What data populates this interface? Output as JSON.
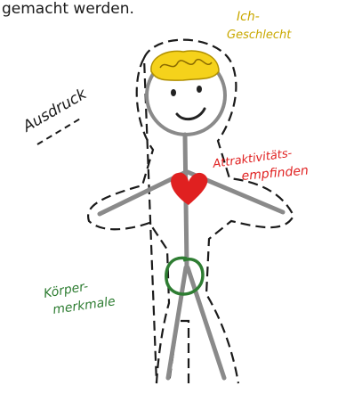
{
  "header": {
    "text": "gemacht werden."
  },
  "labels": {
    "ich_line1": "Ich-",
    "ich_line2": "Geschlecht",
    "ausdruck": "Ausdruck",
    "attraktiv_line1": "Attraktivitäts-",
    "attraktiv_line2": "empfinden",
    "koerper_line1": "Körper-",
    "koerper_line2": "merkmale"
  },
  "colors": {
    "figure": "#8a8a8a",
    "brain": "#f5d21b",
    "heart": "#e02020",
    "ich_label": "#c9a800",
    "attraktiv_label": "#e02020",
    "koerper_label": "#2e7d32",
    "dashed_outline": "#1a1a1a"
  }
}
